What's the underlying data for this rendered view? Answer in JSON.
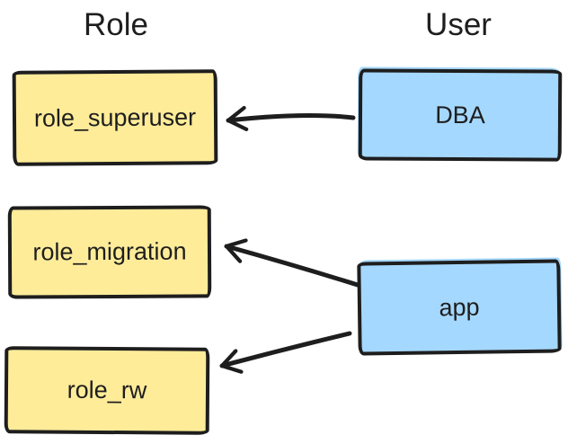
{
  "diagram": {
    "columns": [
      {
        "id": "role",
        "label": "Role"
      },
      {
        "id": "user",
        "label": "User"
      }
    ],
    "role_nodes": [
      {
        "id": "role_superuser",
        "label": "role_superuser"
      },
      {
        "id": "role_migration",
        "label": "role_migration"
      },
      {
        "id": "role_rw",
        "label": "role_rw"
      }
    ],
    "user_nodes": [
      {
        "id": "dba",
        "label": "DBA"
      },
      {
        "id": "app",
        "label": "app"
      }
    ],
    "arrows": [
      {
        "from": "DBA",
        "to": "role_superuser"
      },
      {
        "from": "app",
        "to": "role_migration"
      },
      {
        "from": "app",
        "to": "role_rw"
      }
    ],
    "colors": {
      "role_fill": "#ffec99",
      "user_fill": "#a5d8ff",
      "stroke": "#1e1e1e",
      "background": "#ffffff"
    }
  }
}
